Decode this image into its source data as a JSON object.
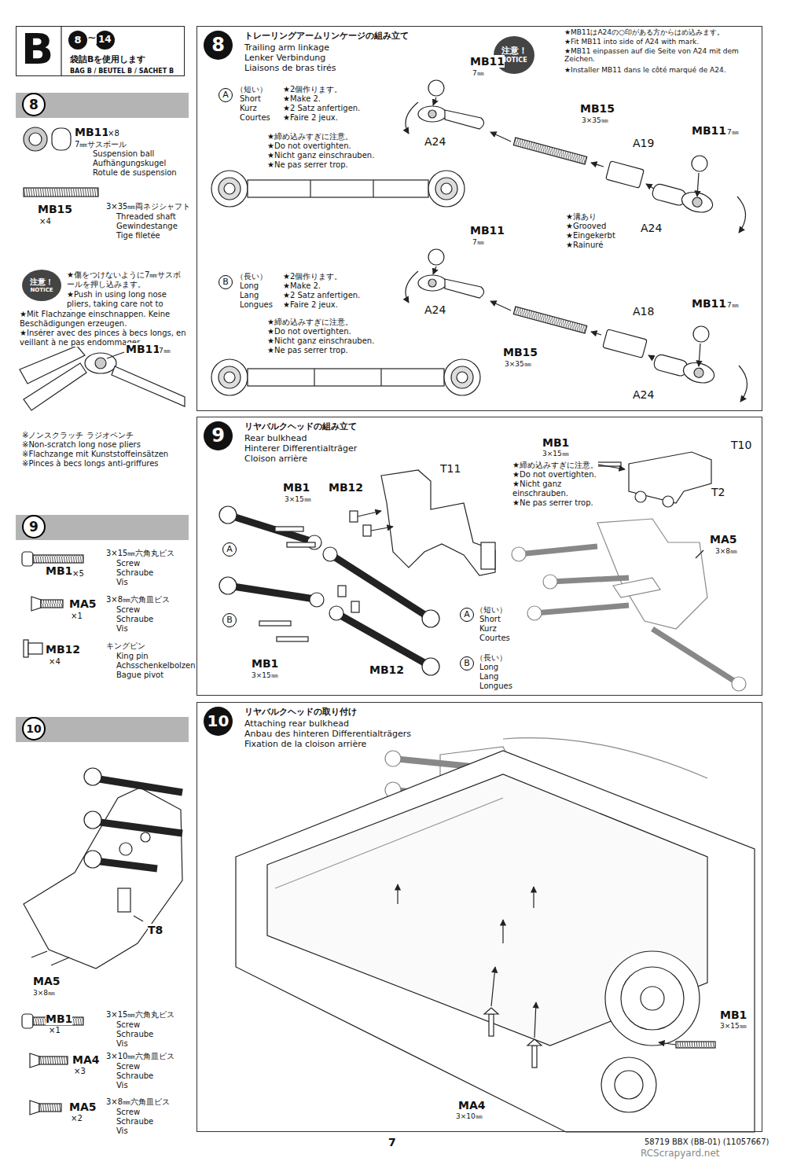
{
  "diagram": {
    "nodes": [
      {
        "text": [
          "B",
          "袋詰Bを使用します",
          "BAG B / BEUTEL B / SACHET B"
        ]
      },
      {
        "text": [
          "8"
        ],
        "in": 0
      },
      {
        "text": [
          "14"
        ],
        "in": 0
      },
      {
        "text": [
          "8"
        ]
      },
      {
        "text": [
          "9"
        ]
      },
      {
        "text": [
          "10"
        ]
      },
      {
        "text": [
          "注意！",
          "NOTICE"
        ]
      },
      {
        "text": [
          "トレーリングアームリンケージの組み立て",
          "Trailing arm linkage",
          "Lenker Verbindung",
          "Liaisons de bras tirés"
        ]
      },
      {
        "text": [
          "8"
        ],
        "in": 7
      },
      {
        "text": [
          "注意！",
          "NOTICE"
        ],
        "in": 7
      },
      {
        "text": [
          "リヤバルクヘッドの組み立て",
          "Rear bulkhead",
          "Hinterer Differentialträger",
          "Cloison arrière"
        ]
      },
      {
        "text": [
          "9"
        ],
        "in": 10
      },
      {
        "text": [
          "リヤバルクヘッドの取り付け",
          "Attaching rear bulkhead",
          "Anbau des hinteren Differentialträgers",
          "Fixation de la cloison arrière"
        ]
      },
      {
        "text": [
          "10"
        ],
        "in": 12
      }
    ],
    "labels": [
      "~",
      "MB11",
      "×8",
      "7㎜サスボール",
      "Suspension ball",
      "Aufhängungskugel",
      "Rotule de suspension",
      "MB15",
      "×4",
      "3×35㎜両ネジシャフト",
      "Threaded shaft",
      "Gewindestange",
      "Tige filetée",
      "★傷をつけないように7㎜サスボールを押し込みます。",
      "★Push in using long nose pliers, taking care not to damage.",
      "★Mit Flachzange einschnappen. Keine Beschädigungen erzeugen.",
      "★Insérer avec des pinces à becs longs, en veillant à ne pas endommager.",
      "MB11",
      "7㎜",
      "※ノンスクラッチ ラジオペンチ",
      "※Non-scratch long nose pliers",
      "※Flachzange mit Kunststoffeinsätzen",
      "※Pinces à becs longs anti-griffures",
      "MB1",
      "×5",
      "3×15㎜六角丸ビス",
      "Screw",
      "Schraube",
      "Vis",
      "MA5",
      "×1",
      "3×8㎜六角皿ビス",
      "Screw",
      "Schraube",
      "Vis",
      "MB12",
      "×4",
      "キングピン",
      "King pin",
      "Achsschenkelbolzen",
      "Bague pivot",
      "T8",
      "MA5",
      "3×8㎜",
      "MB1",
      "×1",
      "3×15㎜六角丸ビス",
      "Screw",
      "Schraube",
      "Vis",
      "MA4",
      "×3",
      "3×10㎜六角皿ビス",
      "Screw",
      "Schraube",
      "Vis",
      "MA5",
      "×2",
      "3×8㎜六角皿ビス",
      "Screw",
      "Schraube",
      "Vis",
      "A",
      "（短い）",
      "Short",
      "Kurz",
      "Courtes",
      "★2個作ります。",
      "★Make 2.",
      "★2 Satz anfertigen.",
      "★Faire 2 jeux.",
      "★締め込みすぎに注意。",
      "★Do not overtighten.",
      "★Nicht ganz einschrauben.",
      "★Ne pas serrer trop.",
      "★MB11はA24の○印がある方からはめ込みます。",
      "★Fit MB11 into side of A24 with mark.",
      "★MB11 einpassen auf die Seite von A24 mit dem Zeichen.",
      "★Installer MB11 dans le côté marqué de A24.",
      "MB11",
      "7㎜",
      "MB15",
      "3×35㎜",
      "A24",
      "A19",
      "MB11",
      "7㎜",
      "★溝あり",
      "★Grooved",
      "★Eingekerbt",
      "★Rainuré",
      "A24",
      "B",
      "（長い）",
      "Long",
      "Lang",
      "Longues",
      "★2個作ります。",
      "★Make 2.",
      "★2 Satz anfertigen.",
      "★Faire 2 jeux.",
      "★締め込みすぎに注意。",
      "★Do not overtighten.",
      "★Nicht ganz einschrauben.",
      "★Ne pas serrer trop.",
      "MB11",
      "7㎜",
      "A24",
      "A18",
      "MB11",
      "7㎜",
      "MB15",
      "3×35㎜",
      "A24",
      "T11",
      "MB1",
      "3×15㎜",
      "MB12",
      "A",
      "B",
      "MB1",
      "3×15㎜",
      "MB12",
      "A",
      "（短い）",
      "Short",
      "Kurz",
      "Courtes",
      "B",
      "（長い）",
      "Long",
      "Lang",
      "Longues",
      "MB1",
      "3×15㎜",
      "T10",
      "★締め込みすぎに注意。",
      "★Do not overtighten.",
      "★Nicht ganz einschrauben.",
      "★Ne pas serrer trop.",
      "T2",
      "MA5",
      "3×8㎜",
      "MB1",
      "3×15㎜",
      "MA4",
      "3×10㎜",
      "7",
      "58719 BBX (BB-01) (11057667)",
      "RCScrapyard.net"
    ]
  }
}
